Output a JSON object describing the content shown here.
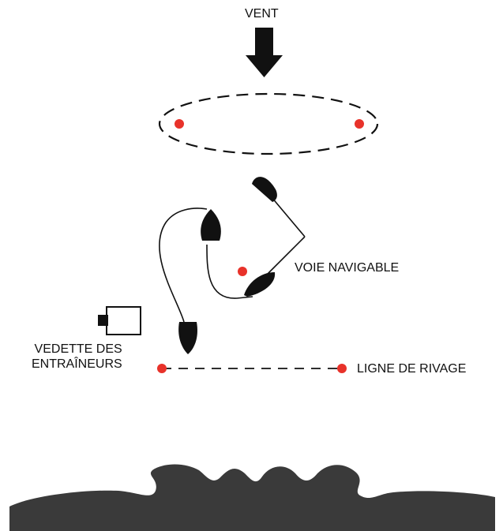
{
  "labels": {
    "wind": "VENT",
    "fairway": "VOIE NAVIGABLE",
    "coach_boat_line1": "VEDETTE DES",
    "coach_boat_line2": "ENTRAÎNEURS",
    "shoreline": "LIGNE DE RIVAGE"
  },
  "colors": {
    "buoy": "#e8322a",
    "ink": "#111111",
    "shore": "#3a3a3a"
  },
  "icons": {
    "wind_arrow": "down-arrow-icon",
    "buoy": "red-dot",
    "boat": "sailboat-hull"
  }
}
